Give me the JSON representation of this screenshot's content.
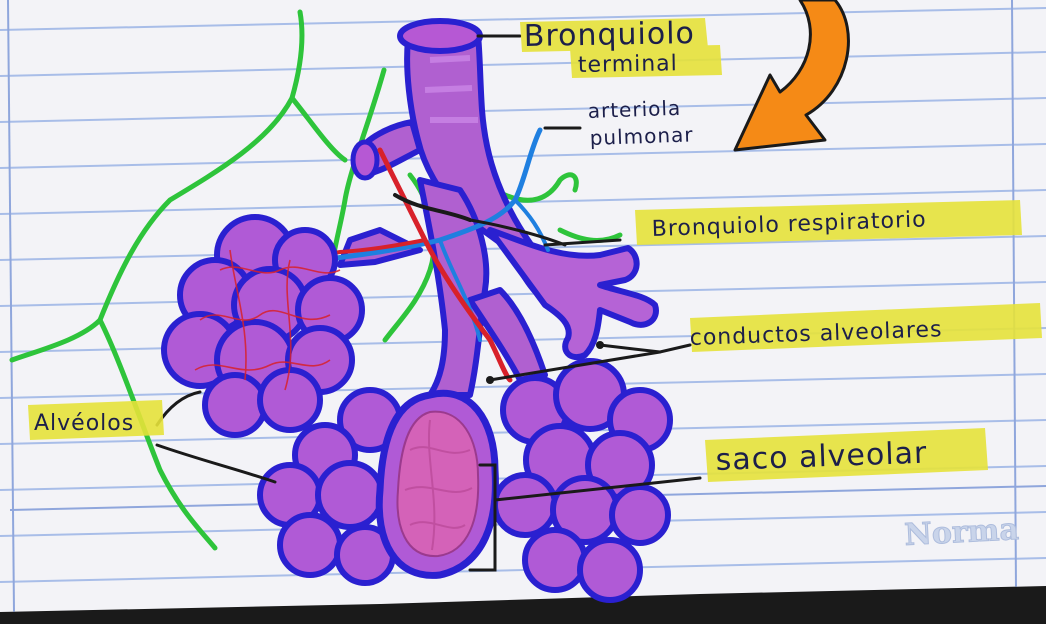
{
  "labels": {
    "bronquiolo_terminal_1": "Bronquiolo",
    "bronquiolo_terminal_2": "terminal",
    "arteriola_1": "arteriola",
    "arteriola_2": "pulmonar",
    "bronquiolo_respiratorio": "Bronquiolo respiratorio",
    "conductos_alveolares": "conductos alveolares",
    "saco_alveolar": "saco alveolar",
    "alveolos": "Alvéolos"
  },
  "watermark": "Norma",
  "colors": {
    "paper": "#f3f3f7",
    "rule_line": "#9fb6e6",
    "margin_line": "#8fa6dc",
    "highlight": "#e6e23a",
    "alveoli_fill": "#b05ad6",
    "alveoli_outline": "#2a20d0",
    "sac_fill": "#d462b8",
    "bronchiole_fill": "#b060d0",
    "artery_red": "#d8212a",
    "vein_blue": "#1f7fe0",
    "lymph_green": "#2ec43b",
    "arrow_orange": "#f58a16"
  }
}
